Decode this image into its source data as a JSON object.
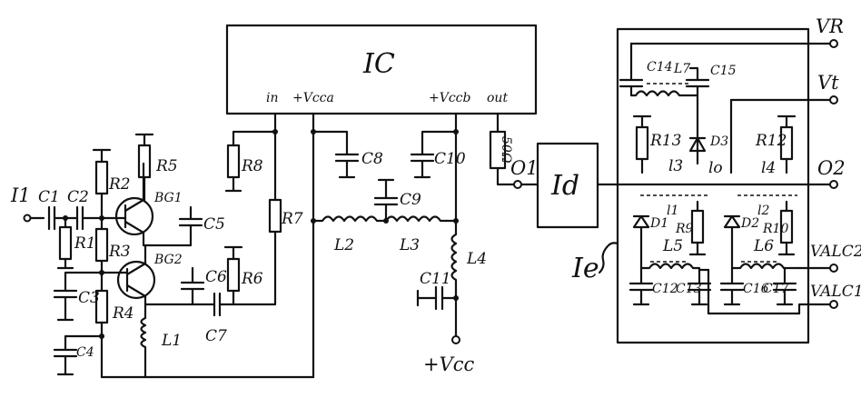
{
  "blocks": {
    "ic": "IC",
    "id": "Id",
    "ie": "Ie"
  },
  "ic_pins": {
    "in": "in",
    "vcca": "+Vcca",
    "vccb": "+Vccb",
    "out": "out"
  },
  "terminals": {
    "input": "I1",
    "o1": "O1",
    "o2": "O2",
    "vr": "VR",
    "vt": "Vt",
    "valc2": "VALC2",
    "valc1": "VALC1",
    "vcc": "+Vcc"
  },
  "resistors": [
    "R1",
    "R2",
    "R3",
    "R4",
    "R5",
    "R6",
    "R7",
    "R8",
    "R9",
    "R10",
    "R12",
    "R13"
  ],
  "capacitors": [
    "C1",
    "C2",
    "C3",
    "C4",
    "C5",
    "C6",
    "C7",
    "C8",
    "C9",
    "C10",
    "C11",
    "C12",
    "C13",
    "C14",
    "C15",
    "C16",
    "C17"
  ],
  "inductors": [
    "L1",
    "L2",
    "L3",
    "L4",
    "L5",
    "L6",
    "L7"
  ],
  "transistors": [
    "BG1",
    "BG2"
  ],
  "diodes": [
    "D1",
    "D2",
    "D3"
  ],
  "lines": [
    "l1",
    "l2",
    "l3",
    "l4"
  ],
  "misc": {
    "ohm50": "50Ω",
    "lo": "lo"
  }
}
